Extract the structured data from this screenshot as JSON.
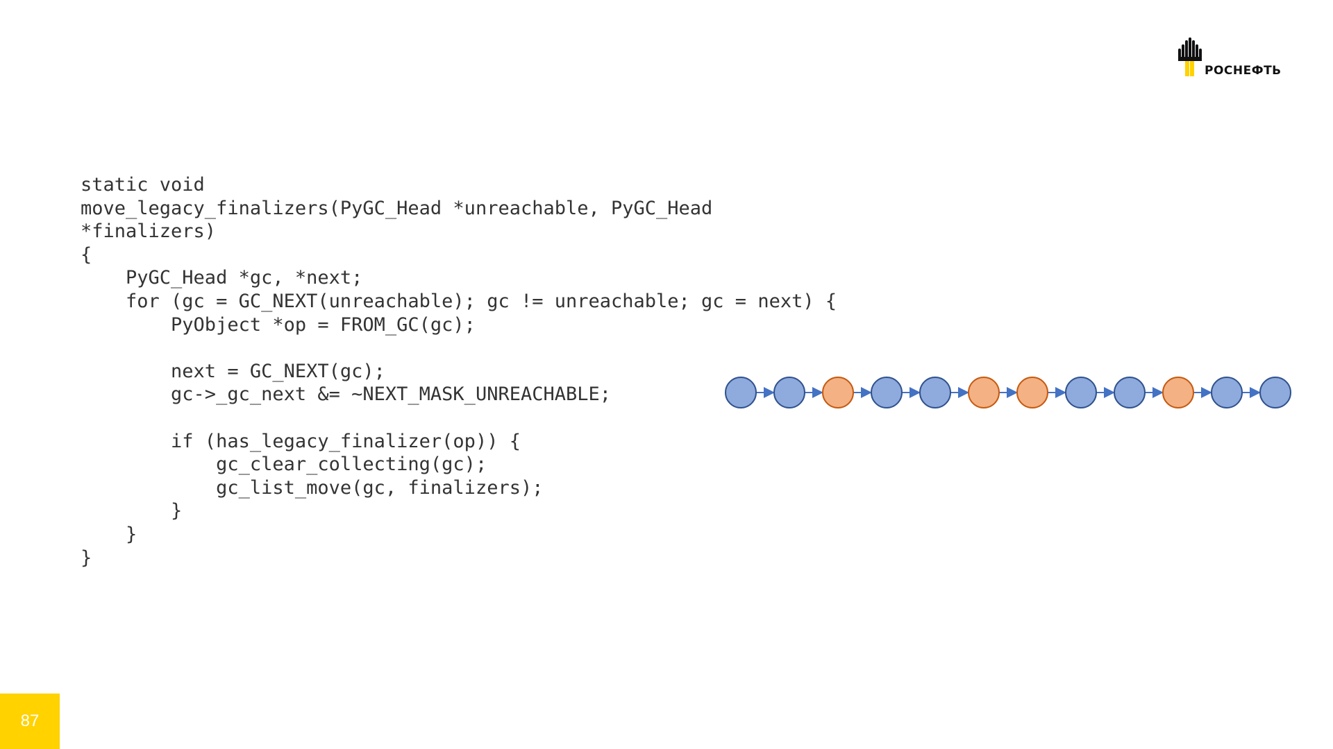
{
  "logo": {
    "text": "РОСНЕФТЬ",
    "icon": "rosneft-logo-icon",
    "accent_color": "#FFD200"
  },
  "code": {
    "lines": [
      "static void",
      "move_legacy_finalizers(PyGC_Head *unreachable, PyGC_Head",
      "*finalizers)",
      "{",
      "    PyGC_Head *gc, *next;",
      "    for (gc = GC_NEXT(unreachable); gc != unreachable; gc = next) {",
      "        PyObject *op = FROM_GC(gc);",
      "",
      "        next = GC_NEXT(gc);",
      "        gc->_gc_next &= ~NEXT_MASK_UNREACHABLE;",
      "",
      "        if (has_legacy_finalizer(op)) {",
      "            gc_clear_collecting(gc);",
      "            gc_list_move(gc, finalizers);",
      "        }",
      "    }",
      "}"
    ]
  },
  "diagram": {
    "nodes": [
      "blue",
      "blue",
      "orange",
      "blue",
      "blue",
      "orange",
      "orange",
      "blue",
      "blue",
      "orange",
      "blue",
      "blue"
    ],
    "colors": {
      "blue_fill": "#8FAADC",
      "blue_stroke": "#2F528F",
      "orange_fill": "#F4B183",
      "orange_stroke": "#C55A11",
      "arrow": "#4472C4"
    }
  },
  "page": {
    "number": "87"
  }
}
